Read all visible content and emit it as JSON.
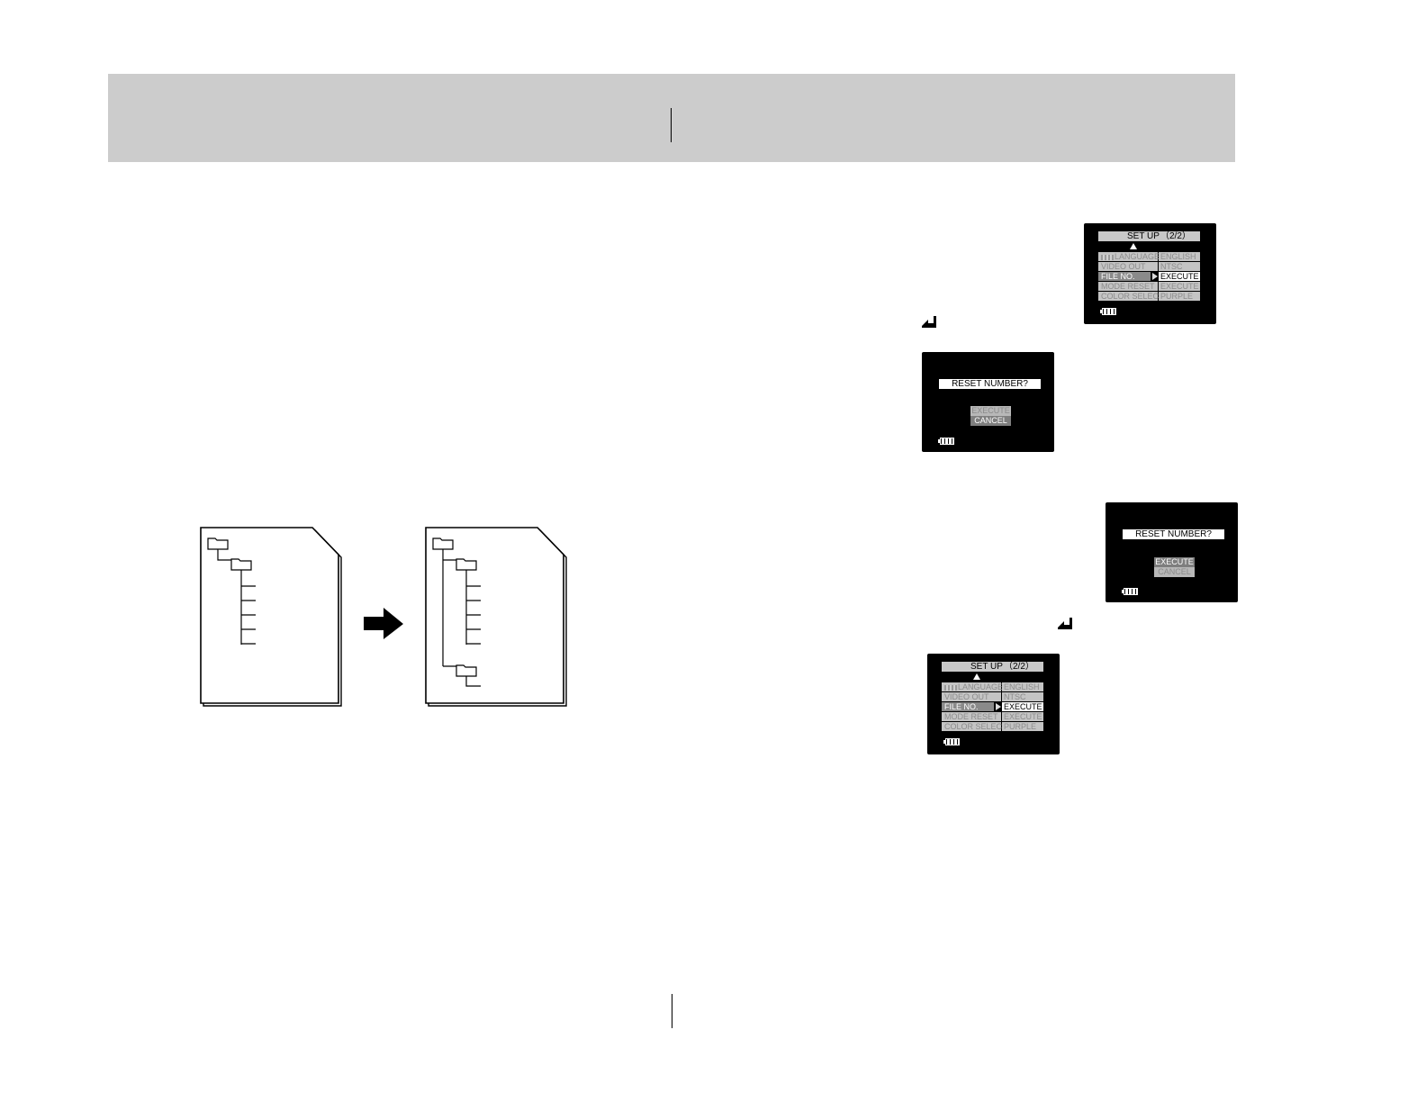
{
  "screen1": {
    "title": "SET UP",
    "page": "（2/2）",
    "rows": [
      {
        "label": "LANGUAGE",
        "value": "ENGLISH"
      },
      {
        "label": "VIDEO OUT",
        "value": "NTSC"
      },
      {
        "label": "FILE NO.",
        "value": "EXECUTE"
      },
      {
        "label": "MODE RESET",
        "value": "EXECUTE"
      },
      {
        "label": "COLOR SELECT",
        "value": "PURPLE"
      }
    ]
  },
  "dialog1": {
    "prompt": "RESET NUMBER?",
    "option_execute": "EXECUTE",
    "option_cancel": "CANCEL",
    "highlighted": "CANCEL"
  },
  "dialog2": {
    "prompt": "RESET NUMBER?",
    "option_execute": "EXECUTE",
    "option_cancel": "CANCEL",
    "highlighted": "EXECUTE"
  },
  "screen2": {
    "title": "SET UP",
    "page": "（2/2）",
    "rows": [
      {
        "label": "LANGUAGE",
        "value": "ENGLISH"
      },
      {
        "label": "VIDEO OUT",
        "value": "NTSC"
      },
      {
        "label": "FILE NO.",
        "value": "EXECUTE"
      },
      {
        "label": "MODE RESET",
        "value": "EXECUTE"
      },
      {
        "label": "COLOR SELECT",
        "value": "PURPLE"
      }
    ]
  },
  "icons": {
    "enter": "enter-icon",
    "battery": "battery-icon",
    "arrow": "arrow-right-icon",
    "folder": "folder-icon",
    "memory_card": "memory-card-icon"
  }
}
